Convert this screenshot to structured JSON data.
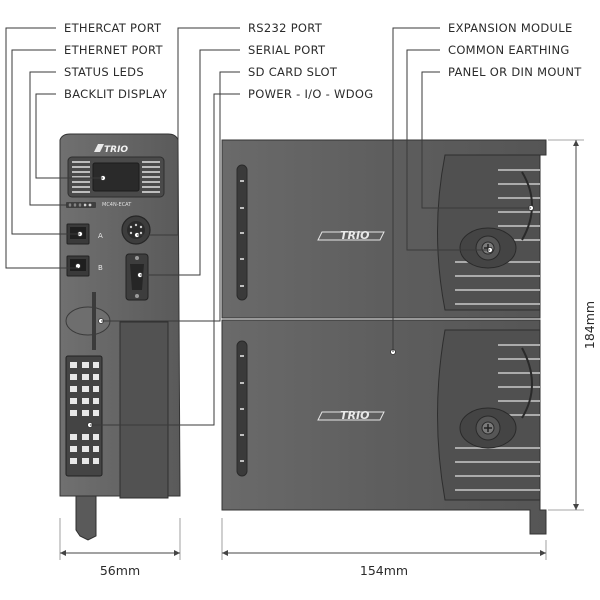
{
  "callouts_left": [
    "ETHERCAT PORT",
    "ETHERNET PORT",
    "STATUS LEDS",
    "BACKLIT DISPLAY"
  ],
  "callouts_center": [
    "RS232 PORT",
    "SERIAL PORT",
    "SD CARD SLOT",
    "POWER - I/O - WDOG"
  ],
  "callouts_right": [
    "EXPANSION MODULE",
    "COMMON EARTHING",
    "PANEL OR DIN MOUNT"
  ],
  "device": {
    "brand_logo": "TRIO",
    "model_label": "MC4N-ECAT",
    "port_letters": [
      "A",
      "B"
    ]
  },
  "dimensions": {
    "front_width": "56mm",
    "side_depth": "154mm",
    "height": "184mm"
  },
  "colors": {
    "housing": "#5c5c5c",
    "housing_dark": "#3f3f3f",
    "housing_light": "#767676",
    "leader": "#3a3a3a",
    "text": "#2b2b2b"
  }
}
